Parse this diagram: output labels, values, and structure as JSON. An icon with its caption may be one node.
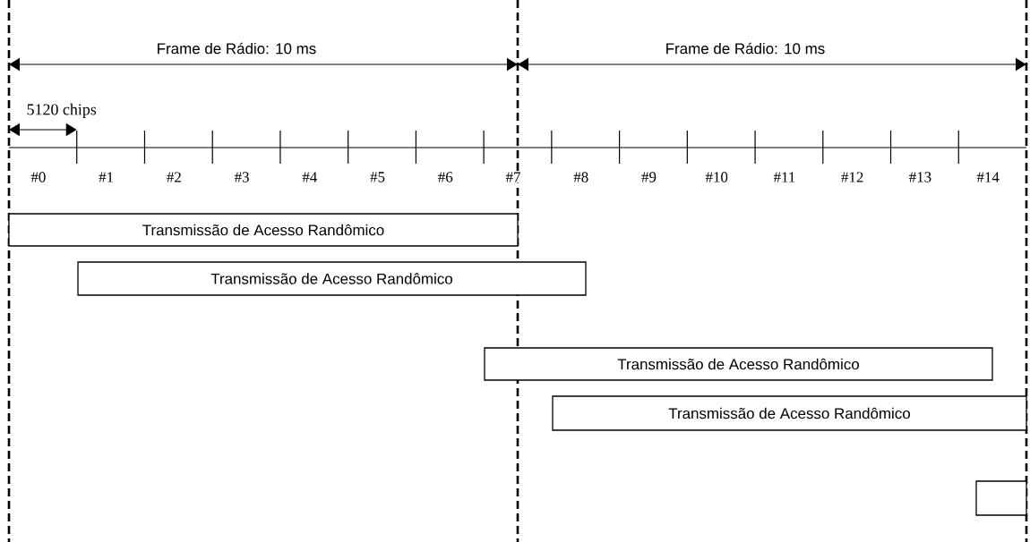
{
  "diagram": {
    "nodes": [
      {
        "text": [
          "Transmissão de Acesso Randômico"
        ]
      },
      {
        "text": [
          "Transmissão de Acesso Randômico"
        ]
      },
      {
        "text": [
          "Transmissão de Acesso Randômico"
        ]
      },
      {
        "text": [
          "Transmissão de Acesso Randômico"
        ]
      },
      {
        "text": [],
        "shape": "box"
      }
    ],
    "labels": [
      "Frame de Rádio: 10 ms",
      "Frame de Rádio: 10 ms",
      "5120 chips",
      "#0",
      "#1",
      "#2",
      "#3",
      "#4",
      "#5",
      "#6",
      "#7",
      "#8",
      "#9",
      "#10",
      "#11",
      "#12",
      "#13",
      "#14"
    ]
  }
}
